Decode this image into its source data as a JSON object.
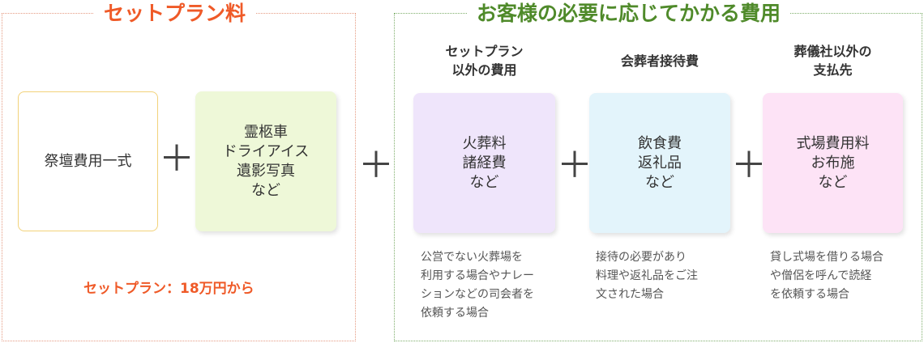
{
  "left": {
    "title": "セットプラン料",
    "box1": "祭壇費用一式",
    "box2_lines": "霊柩車\nドライアイス\n遺影写真\nなど",
    "price_note": "セットプラン：18万円から"
  },
  "right": {
    "title": "お客様の必要に応じてかかる費用",
    "columns": [
      {
        "heading": "セットプラン\n以外の費用",
        "box": "火葬料\n諸経費\nなど",
        "note": "公営でない火葬場を\n利用する場合やナレー\nションなどの司会者を\n依頼する場合"
      },
      {
        "heading": "会葬者接待費",
        "box": "飲食費\n返礼品\nなど",
        "note": "接待の必要があり\n料理や返礼品をご注\n文された場合"
      },
      {
        "heading": "葬儀社以外の\n支払先",
        "box": "式場費用料\nお布施\nなど",
        "note": "貸し式場を借りる場合\nや僧侶を呼んで読経\nを依頼する場合"
      }
    ]
  },
  "plus_symbol": "＋",
  "colors": {
    "accent_orange": "#ef5a28",
    "accent_green": "#4f8a2a",
    "box_yellow_border": "#f2d27a",
    "box_lime": "#eef8d8",
    "box_lavender": "#efe5fb",
    "box_sky": "#e3f4fb",
    "box_pink": "#fde3f6"
  }
}
